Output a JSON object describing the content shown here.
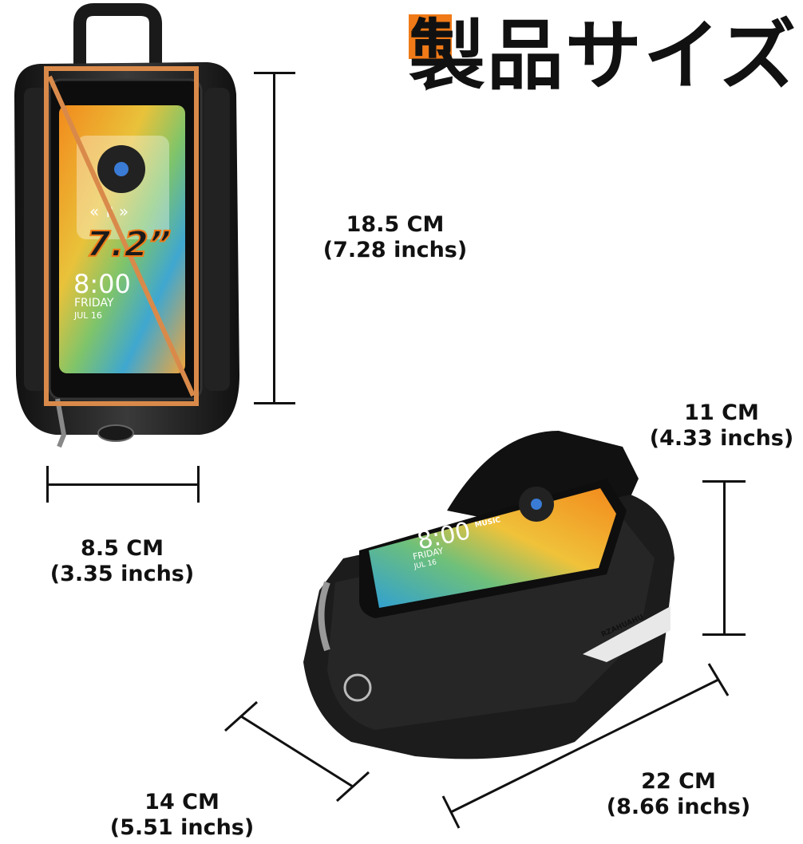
{
  "colors": {
    "accent": "#f07a17",
    "measure_line": "#111111",
    "outline_box": "#d98a4a"
  },
  "title": "製品サイズ",
  "screen_size": "7.2”",
  "phone_screen": {
    "time": "8:00",
    "day": "FRIDAY",
    "date": "JUL 16",
    "music_label": "MUSIC"
  },
  "brand": "RZAHUAHU",
  "dimensions": {
    "height": {
      "cm": "18.5 CM",
      "inch": "(7.28 inchs)"
    },
    "width": {
      "cm": "8.5 CM",
      "inch": "(3.35 inchs)"
    },
    "depth_height": {
      "cm": "11 CM",
      "inch": "(4.33 inchs)"
    },
    "length": {
      "cm": "22 CM",
      "inch": "(8.66 inchs)"
    },
    "depth": {
      "cm": "14 CM",
      "inch": "(5.51 inchs)"
    }
  }
}
